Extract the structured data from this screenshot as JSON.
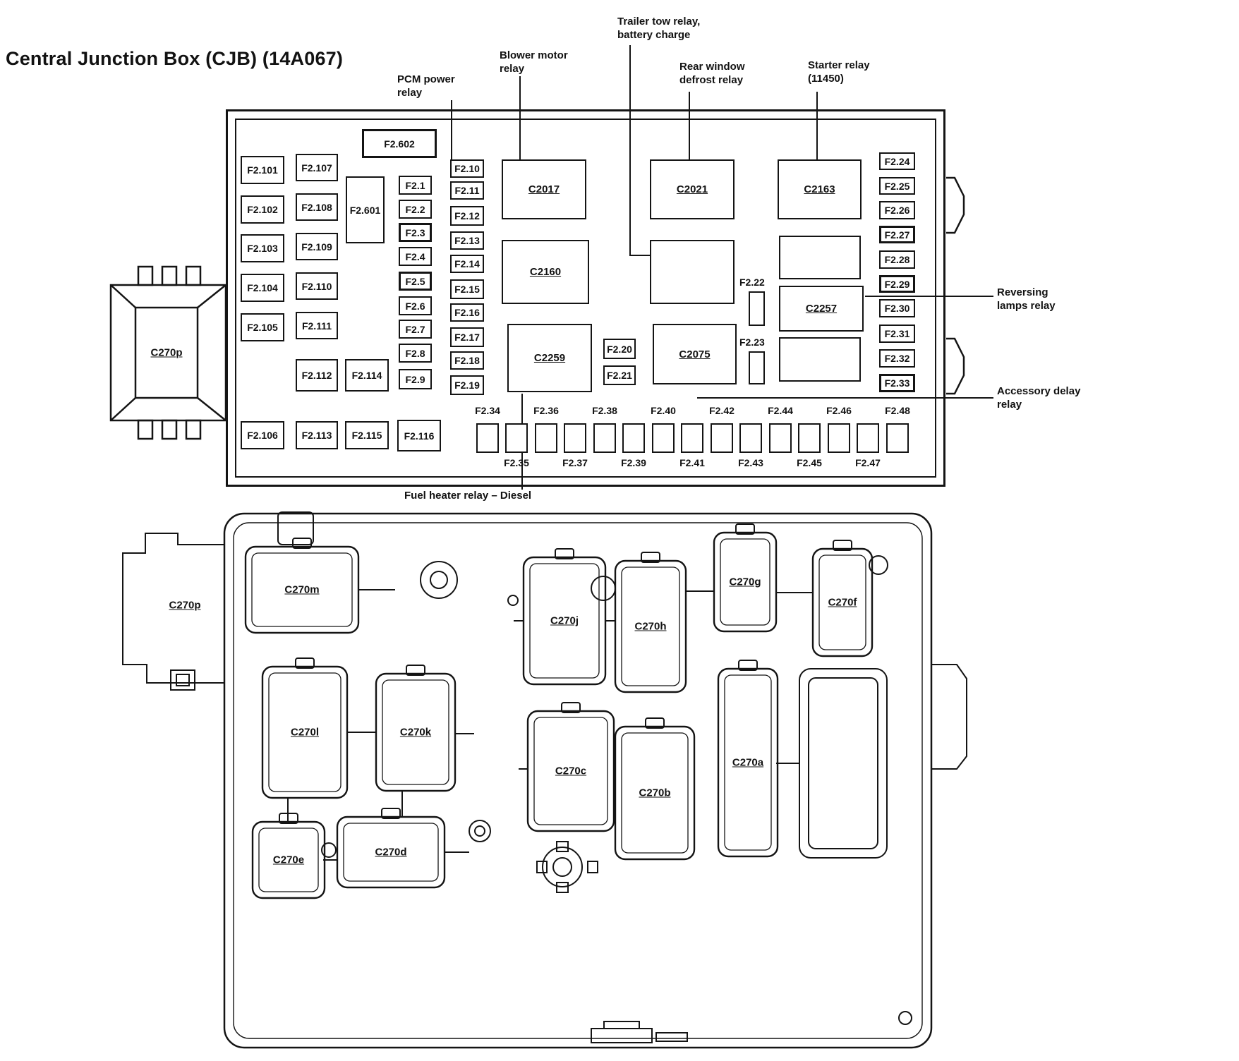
{
  "title": "Central Junction Box (CJB) (14A067)",
  "callouts": [
    {
      "id": "pcm-power-relay",
      "text": "PCM power relay"
    },
    {
      "id": "blower-motor-relay",
      "text": "Blower motor relay"
    },
    {
      "id": "trailer-tow-relay",
      "text": "Trailer tow relay, battery charge"
    },
    {
      "id": "rear-window-defrost-relay",
      "text": "Rear window defrost relay"
    },
    {
      "id": "starter-relay",
      "text": "Starter relay (11450)"
    },
    {
      "id": "reversing-lamps-relay",
      "text": "Reversing lamps relay"
    },
    {
      "id": "accessory-delay-relay",
      "text": "Accessory delay relay"
    },
    {
      "id": "fuel-heater-relay",
      "text": "Fuel heater relay – Diesel"
    }
  ],
  "left_connector_label": "C270p",
  "fuses": [
    {
      "label": "F2.101"
    },
    {
      "label": "F2.102"
    },
    {
      "label": "F2.103"
    },
    {
      "label": "F2.104"
    },
    {
      "label": "F2.105"
    },
    {
      "label": "F2.106"
    },
    {
      "label": "F2.107"
    },
    {
      "label": "F2.108"
    },
    {
      "label": "F2.109"
    },
    {
      "label": "F2.110"
    },
    {
      "label": "F2.111"
    },
    {
      "label": "F2.112"
    },
    {
      "label": "F2.113"
    },
    {
      "label": "F2.114"
    },
    {
      "label": "F2.115"
    },
    {
      "label": "F2.116"
    },
    {
      "label": "F2.601"
    },
    {
      "label": "F2.602",
      "emphasis": true
    },
    {
      "label": "F2.1"
    },
    {
      "label": "F2.2"
    },
    {
      "label": "F2.3",
      "emphasis": true
    },
    {
      "label": "F2.4"
    },
    {
      "label": "F2.5",
      "emphasis": true
    },
    {
      "label": "F2.6"
    },
    {
      "label": "F2.7"
    },
    {
      "label": "F2.8"
    },
    {
      "label": "F2.9"
    },
    {
      "label": "F2.10"
    },
    {
      "label": "F2.11"
    },
    {
      "label": "F2.12"
    },
    {
      "label": "F2.13"
    },
    {
      "label": "F2.14"
    },
    {
      "label": "F2.15"
    },
    {
      "label": "F2.16"
    },
    {
      "label": "F2.17"
    },
    {
      "label": "F2.18"
    },
    {
      "label": "F2.19"
    },
    {
      "label": "F2.20"
    },
    {
      "label": "F2.21"
    },
    {
      "label": "F2.22"
    },
    {
      "label": "F2.23"
    },
    {
      "label": "F2.24"
    },
    {
      "label": "F2.25"
    },
    {
      "label": "F2.26"
    },
    {
      "label": "F2.27",
      "emphasis": true
    },
    {
      "label": "F2.28"
    },
    {
      "label": "F2.29",
      "emphasis": true
    },
    {
      "label": "F2.30"
    },
    {
      "label": "F2.31"
    },
    {
      "label": "F2.32"
    },
    {
      "label": "F2.33",
      "emphasis": true
    },
    {
      "label": "F2.34"
    },
    {
      "label": "F2.35"
    },
    {
      "label": "F2.36"
    },
    {
      "label": "F2.37"
    },
    {
      "label": "F2.38"
    },
    {
      "label": "F2.39"
    },
    {
      "label": "F2.40"
    },
    {
      "label": "F2.41"
    },
    {
      "label": "F2.42"
    },
    {
      "label": "F2.43"
    },
    {
      "label": "F2.44"
    },
    {
      "label": "F2.45"
    },
    {
      "label": "F2.46"
    },
    {
      "label": "F2.47"
    },
    {
      "label": "F2.48"
    }
  ],
  "relays": [
    {
      "label": "C2017"
    },
    {
      "label": "C2160"
    },
    {
      "label": "C2259"
    },
    {
      "label": "C2021"
    },
    {
      "label": ""
    },
    {
      "label": "C2075"
    },
    {
      "label": "C2163"
    },
    {
      "label": ""
    },
    {
      "label": "C2257"
    },
    {
      "label": ""
    }
  ],
  "physical_connectors": [
    {
      "label": "C270p"
    },
    {
      "label": "C270m"
    },
    {
      "label": "C270j"
    },
    {
      "label": "C270h"
    },
    {
      "label": "C270g"
    },
    {
      "label": "C270f"
    },
    {
      "label": "C270l"
    },
    {
      "label": "C270k"
    },
    {
      "label": "C270c"
    },
    {
      "label": "C270b"
    },
    {
      "label": "C270a"
    },
    {
      "label": "C270e"
    },
    {
      "label": "C270d"
    }
  ]
}
